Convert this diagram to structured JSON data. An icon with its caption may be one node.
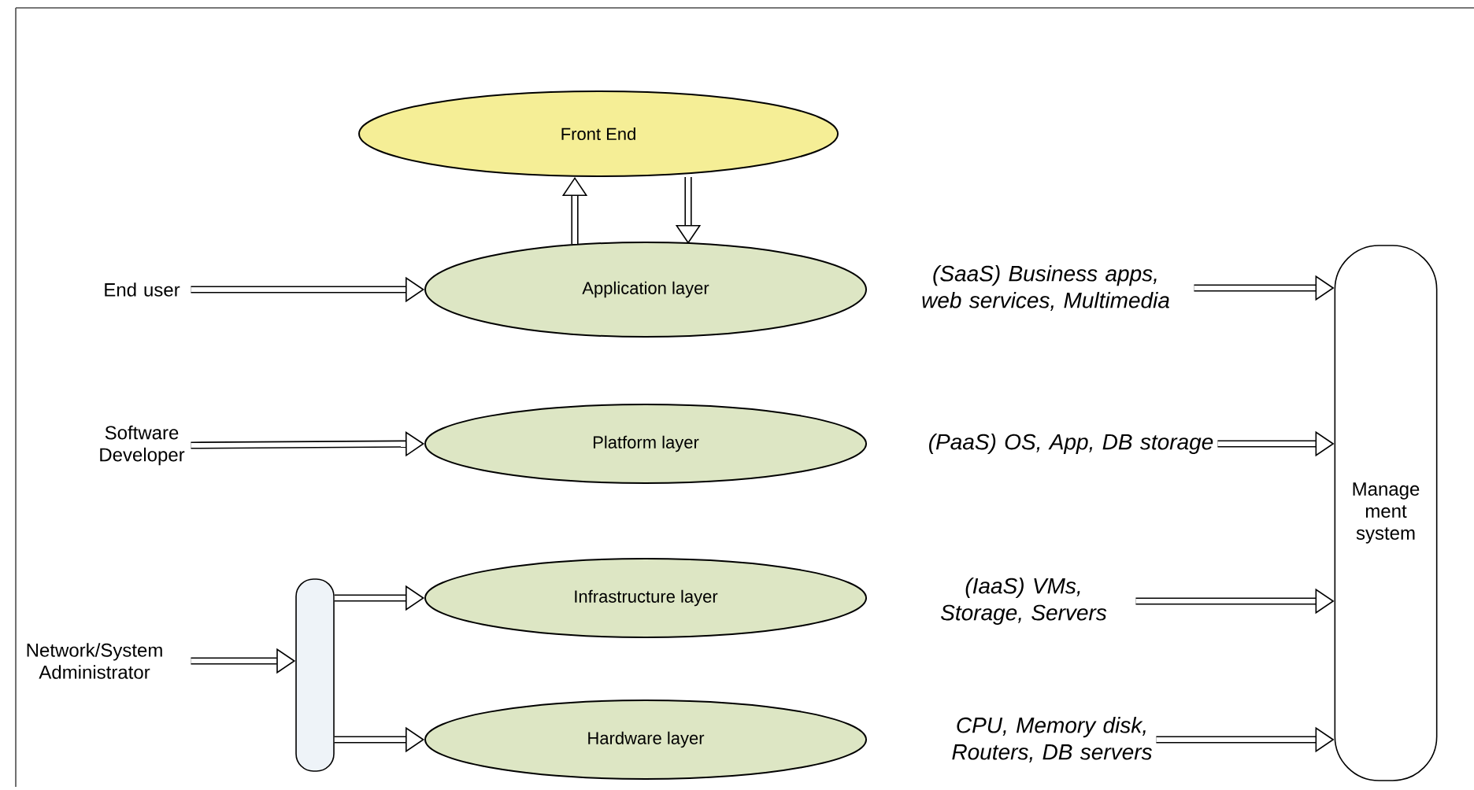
{
  "diagram": {
    "nodes": [
      {
        "text": [
          "Front End"
        ]
      },
      {
        "text": [
          "Application layer"
        ]
      },
      {
        "text": [
          "Platform layer"
        ]
      },
      {
        "text": [
          "Infrastructure layer"
        ]
      },
      {
        "text": [
          "Hardware layer"
        ]
      },
      {
        "text": [
          "End user"
        ]
      },
      {
        "text": [
          "Software Developer"
        ]
      },
      {
        "text": [
          "Network/System Administrator"
        ]
      },
      {
        "text": [],
        "shape": "bar"
      },
      {
        "text": [
          "(SaaS) Business apps, web services, Multimedia"
        ]
      },
      {
        "text": [
          "(PaaS) OS, App, DB storage"
        ]
      },
      {
        "text": [
          "(IaaS) VMs, Storage, Servers"
        ]
      },
      {
        "text": [
          "CPU, Memory disk, Routers, DB servers"
        ]
      },
      {
        "text": [
          "Manage ment system"
        ]
      }
    ],
    "edges": [
      {
        "from": 1,
        "to": 0,
        "arrow": "to"
      },
      {
        "from": 0,
        "to": 1,
        "arrow": "to"
      },
      {
        "from": 5,
        "to": 1,
        "arrow": "to"
      },
      {
        "from": 6,
        "to": 2,
        "arrow": "to"
      },
      {
        "from": 7,
        "to": 8,
        "arrow": "to"
      },
      {
        "from": 8,
        "to": 3,
        "arrow": "to"
      },
      {
        "from": 8,
        "to": 4,
        "arrow": "to"
      },
      {
        "from": 9,
        "to": 13,
        "arrow": "to"
      },
      {
        "from": 10,
        "to": 13,
        "arrow": "to"
      },
      {
        "from": 11,
        "to": 13,
        "arrow": "to"
      },
      {
        "from": 12,
        "to": 13,
        "arrow": "to"
      }
    ]
  }
}
